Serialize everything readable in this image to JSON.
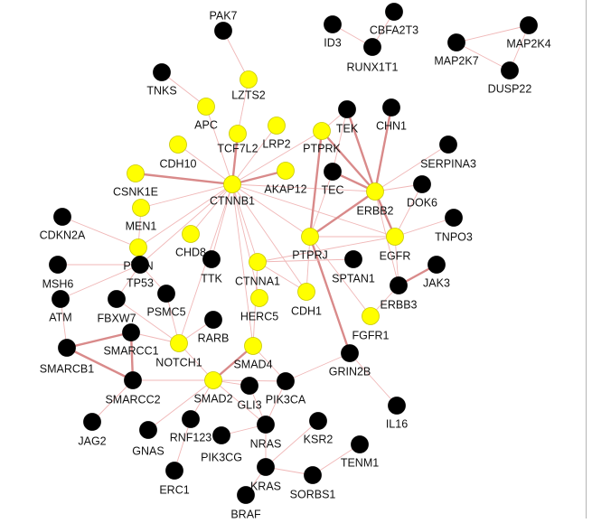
{
  "colors": {
    "background": "#ffffff",
    "highlight_node": "#ffff00",
    "default_node": "#000000",
    "edge": "#f0b7b7",
    "edge_strong": "#d98a8a",
    "label": "#111111"
  },
  "network": {
    "nodes": [
      {
        "id": "PAK7",
        "label": "PAK7",
        "highlight": false
      },
      {
        "id": "LZTS2",
        "label": "LZTS2",
        "highlight": true
      },
      {
        "id": "TNKS",
        "label": "TNKS",
        "highlight": false
      },
      {
        "id": "APC",
        "label": "APC",
        "highlight": true
      },
      {
        "id": "TCF7L2",
        "label": "TCF7L2",
        "highlight": true
      },
      {
        "id": "LRP2",
        "label": "LRP2",
        "highlight": true
      },
      {
        "id": "CDH10",
        "label": "CDH10",
        "highlight": true
      },
      {
        "id": "CSNK1E",
        "label": "CSNK1E",
        "highlight": true
      },
      {
        "id": "CTNNB1",
        "label": "CTNNB1",
        "highlight": true
      },
      {
        "id": "AKAP12",
        "label": "AKAP12",
        "highlight": true
      },
      {
        "id": "MEN1",
        "label": "MEN1",
        "highlight": true
      },
      {
        "id": "CDKN2A",
        "label": "CDKN2A",
        "highlight": false
      },
      {
        "id": "CHD8",
        "label": "CHD8",
        "highlight": true
      },
      {
        "id": "PTEN",
        "label": "PTEN",
        "highlight": true
      },
      {
        "id": "TP53",
        "label": "TP53",
        "highlight": false
      },
      {
        "id": "TTK",
        "label": "TTK",
        "highlight": false
      },
      {
        "id": "MSH6",
        "label": "MSH6",
        "highlight": false
      },
      {
        "id": "ATM",
        "label": "ATM",
        "highlight": false
      },
      {
        "id": "FBXW7",
        "label": "FBXW7",
        "highlight": false
      },
      {
        "id": "PSMC5",
        "label": "PSMC5",
        "highlight": false
      },
      {
        "id": "CTNNA1",
        "label": "CTNNA1",
        "highlight": true
      },
      {
        "id": "HERC5",
        "label": "HERC5",
        "highlight": true
      },
      {
        "id": "RARB",
        "label": "RARB",
        "highlight": false
      },
      {
        "id": "SMARCC1",
        "label": "SMARCC1",
        "highlight": false
      },
      {
        "id": "SMARCB1",
        "label": "SMARCB1",
        "highlight": false
      },
      {
        "id": "NOTCH1",
        "label": "NOTCH1",
        "highlight": true
      },
      {
        "id": "SMAD4",
        "label": "SMAD4",
        "highlight": true
      },
      {
        "id": "SMARCC2",
        "label": "SMARCC2",
        "highlight": false
      },
      {
        "id": "SMAD2",
        "label": "SMAD2",
        "highlight": true
      },
      {
        "id": "GLI3",
        "label": "GLI3",
        "highlight": false
      },
      {
        "id": "PIK3CA",
        "label": "PIK3CA",
        "highlight": false
      },
      {
        "id": "JAG2",
        "label": "JAG2",
        "highlight": false
      },
      {
        "id": "RNF123",
        "label": "RNF123",
        "highlight": false
      },
      {
        "id": "GNAS",
        "label": "GNAS",
        "highlight": false
      },
      {
        "id": "PIK3CG",
        "label": "PIK3CG",
        "highlight": false
      },
      {
        "id": "NRAS",
        "label": "NRAS",
        "highlight": false
      },
      {
        "id": "KSR2",
        "label": "KSR2",
        "highlight": false
      },
      {
        "id": "ERC1",
        "label": "ERC1",
        "highlight": false
      },
      {
        "id": "KRAS",
        "label": "KRAS",
        "highlight": false
      },
      {
        "id": "SORBS1",
        "label": "SORBS1",
        "highlight": false
      },
      {
        "id": "BRAF",
        "label": "BRAF",
        "highlight": false
      },
      {
        "id": "TENM1",
        "label": "TENM1",
        "highlight": false
      },
      {
        "id": "IL16",
        "label": "IL16",
        "highlight": false
      },
      {
        "id": "GRIN2B",
        "label": "GRIN2B",
        "highlight": false
      },
      {
        "id": "CDH1",
        "label": "CDH1",
        "highlight": true
      },
      {
        "id": "FGFR1",
        "label": "FGFR1",
        "highlight": true
      },
      {
        "id": "SPTAN1",
        "label": "SPTAN1",
        "highlight": false
      },
      {
        "id": "PTPRJ",
        "label": "PTPRJ",
        "highlight": true
      },
      {
        "id": "EGFR",
        "label": "EGFR",
        "highlight": true
      },
      {
        "id": "ERBB3",
        "label": "ERBB3",
        "highlight": false
      },
      {
        "id": "JAK3",
        "label": "JAK3",
        "highlight": false
      },
      {
        "id": "TNPO3",
        "label": "TNPO3",
        "highlight": false
      },
      {
        "id": "DOK6",
        "label": "DOK6",
        "highlight": false
      },
      {
        "id": "ERBB2",
        "label": "ERBB2",
        "highlight": true
      },
      {
        "id": "SERPINA3",
        "label": "SERPINA3",
        "highlight": false
      },
      {
        "id": "TEC",
        "label": "TEC",
        "highlight": false
      },
      {
        "id": "PTPRK",
        "label": "PTPRK",
        "highlight": true
      },
      {
        "id": "TEK",
        "label": "TEK",
        "highlight": false
      },
      {
        "id": "CHN1",
        "label": "CHN1",
        "highlight": false
      },
      {
        "id": "ID3",
        "label": "ID3",
        "highlight": false
      },
      {
        "id": "CBFA2T3",
        "label": "CBFA2T3",
        "highlight": false
      },
      {
        "id": "RUNX1T1",
        "label": "RUNX1T1",
        "highlight": false
      },
      {
        "id": "MAP2K7",
        "label": "MAP2K7",
        "highlight": false
      },
      {
        "id": "MAP2K4",
        "label": "MAP2K4",
        "highlight": false
      },
      {
        "id": "DUSP22",
        "label": "DUSP22",
        "highlight": false
      }
    ],
    "edges": [
      [
        "PAK7",
        "LZTS2",
        false
      ],
      [
        "LZTS2",
        "TCF7L2",
        false
      ],
      [
        "TNKS",
        "APC",
        false
      ],
      [
        "APC",
        "CTNNB1",
        false
      ],
      [
        "TCF7L2",
        "CTNNB1",
        true
      ],
      [
        "LRP2",
        "CTNNB1",
        false
      ],
      [
        "CDH10",
        "CTNNB1",
        false
      ],
      [
        "CSNK1E",
        "CTNNB1",
        true
      ],
      [
        "AKAP12",
        "CTNNB1",
        true
      ],
      [
        "MEN1",
        "CTNNB1",
        false
      ],
      [
        "CDKN2A",
        "PTEN",
        false
      ],
      [
        "CHD8",
        "CTNNB1",
        false
      ],
      [
        "PTEN",
        "CTNNB1",
        false
      ],
      [
        "TP53",
        "CTNNB1",
        false
      ],
      [
        "TTK",
        "CTNNB1",
        false
      ],
      [
        "CTNNA1",
        "CTNNB1",
        false
      ],
      [
        "HERC5",
        "CTNNB1",
        false
      ],
      [
        "CDH1",
        "CTNNB1",
        false
      ],
      [
        "PTPRJ",
        "CTNNB1",
        false
      ],
      [
        "PTPRK",
        "CTNNB1",
        false
      ],
      [
        "ERBB2",
        "CTNNB1",
        false
      ],
      [
        "EGFR",
        "CTNNB1",
        false
      ],
      [
        "NOTCH1",
        "CTNNB1",
        false
      ],
      [
        "SMAD4",
        "CTNNB1",
        false
      ],
      [
        "MSH6",
        "TP53",
        false
      ],
      [
        "ATM",
        "TP53",
        false
      ],
      [
        "FBXW7",
        "TP53",
        false
      ],
      [
        "PSMC5",
        "TP53",
        false
      ],
      [
        "PTEN",
        "TP53",
        false
      ],
      [
        "MEN1",
        "PTEN",
        false
      ],
      [
        "FBXW7",
        "NOTCH1",
        false
      ],
      [
        "PSMC5",
        "NOTCH1",
        false
      ],
      [
        "RARB",
        "NOTCH1",
        false
      ],
      [
        "SMARCC1",
        "NOTCH1",
        false
      ],
      [
        "SMARCC1",
        "SMARCB1",
        true
      ],
      [
        "SMARCC1",
        "SMARCC2",
        true
      ],
      [
        "SMARCB1",
        "SMARCC2",
        true
      ],
      [
        "ATM",
        "SMARCB1",
        false
      ],
      [
        "NOTCH1",
        "SMAD2",
        false
      ],
      [
        "SMARCC2",
        "SMAD2",
        false
      ],
      [
        "SMAD4",
        "SMAD2",
        true
      ],
      [
        "SMAD2",
        "GLI3",
        false
      ],
      [
        "SMAD2",
        "PIK3CA",
        false
      ],
      [
        "SMAD2",
        "RNF123",
        false
      ],
      [
        "SMAD2",
        "NRAS",
        false
      ],
      [
        "SMAD4",
        "PIK3CA",
        false
      ],
      [
        "CTNNA1",
        "SMAD4",
        false
      ],
      [
        "CTNNA1",
        "CDH1",
        false
      ],
      [
        "CDH1",
        "PTPRJ",
        false
      ],
      [
        "JAG2",
        "SMARCC2",
        false
      ],
      [
        "GNAS",
        "SMAD2",
        false
      ],
      [
        "PIK3CG",
        "NRAS",
        false
      ],
      [
        "PIK3CA",
        "NRAS",
        false
      ],
      [
        "GLI3",
        "NRAS",
        false
      ],
      [
        "NRAS",
        "KRAS",
        false
      ],
      [
        "ERC1",
        "RNF123",
        false
      ],
      [
        "KRAS",
        "BRAF",
        false
      ],
      [
        "KRAS",
        "SORBS1",
        false
      ],
      [
        "KSR2",
        "KRAS",
        false
      ],
      [
        "SORBS1",
        "TENM1",
        false
      ],
      [
        "PIK3CA",
        "GRIN2B",
        false
      ],
      [
        "GRIN2B",
        "IL16",
        false
      ],
      [
        "GRIN2B",
        "PTPRJ",
        true
      ],
      [
        "SPTAN1",
        "CTNNA1",
        false
      ],
      [
        "FGFR1",
        "ERBB3",
        false
      ],
      [
        "FGFR1",
        "PTPRJ",
        false
      ],
      [
        "PTPRJ",
        "EGFR",
        false
      ],
      [
        "PTPRJ",
        "ERBB2",
        true
      ],
      [
        "PTPRJ",
        "PTPRK",
        true
      ],
      [
        "PTPRJ",
        "TEC",
        false
      ],
      [
        "EGFR",
        "ERBB2",
        true
      ],
      [
        "EGFR",
        "ERBB3",
        false
      ],
      [
        "EGFR",
        "TNPO3",
        false
      ],
      [
        "EGFR",
        "DOK6",
        false
      ],
      [
        "ERBB3",
        "JAK3",
        true
      ],
      [
        "ERBB2",
        "ERBB3",
        false
      ],
      [
        "ERBB2",
        "DOK6",
        false
      ],
      [
        "ERBB2",
        "SERPINA3",
        false
      ],
      [
        "ERBB2",
        "TEC",
        true
      ],
      [
        "ERBB2",
        "PTPRK",
        true
      ],
      [
        "ERBB2",
        "TEK",
        true
      ],
      [
        "ERBB2",
        "CHN1",
        true
      ],
      [
        "TEC",
        "TEK",
        false
      ],
      [
        "PTPRK",
        "TEK",
        false
      ],
      [
        "EGFR",
        "CTNNA1",
        false
      ],
      [
        "ID3",
        "RUNX1T1",
        false
      ],
      [
        "CBFA2T3",
        "RUNX1T1",
        false
      ],
      [
        "MAP2K7",
        "MAP2K4",
        false
      ],
      [
        "MAP2K7",
        "DUSP22",
        false
      ],
      [
        "MAP2K4",
        "DUSP22",
        false
      ]
    ]
  }
}
